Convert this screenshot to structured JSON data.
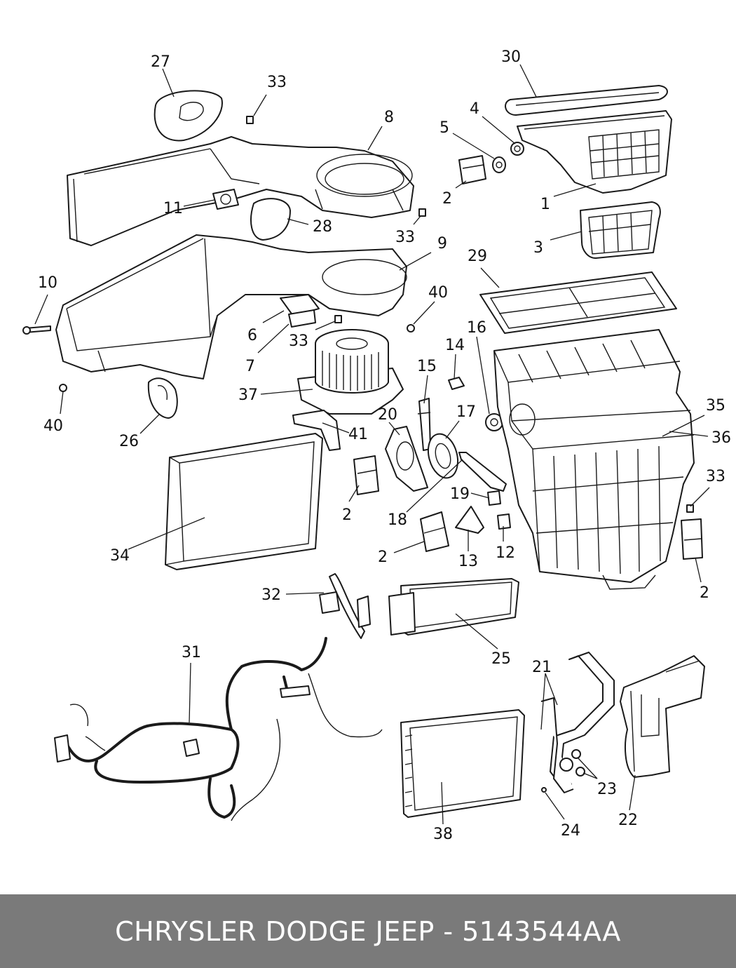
{
  "footer": {
    "caption": "CHRYSLER DODGE JEEP - 5143544AA"
  },
  "colors": {
    "line": "#1a1a1a",
    "background": "#ffffff",
    "footer_bg": "#7a7a7a",
    "footer_text": "#ffffff"
  },
  "callouts": {
    "c27": "27",
    "c33a": "33",
    "c8": "8",
    "c30": "30",
    "c4": "4",
    "c5": "5",
    "c2a": "2",
    "c1": "1",
    "c11": "11",
    "c28": "28",
    "c33b": "33",
    "c3": "3",
    "c9": "9",
    "c29": "29",
    "c10": "10",
    "c40a": "40",
    "c6": "6",
    "c33c": "33",
    "c7": "7",
    "c16": "16",
    "c14": "14",
    "c15": "15",
    "c37": "37",
    "c35": "35",
    "c36": "36",
    "c40b": "40",
    "c20": "20",
    "c17": "17",
    "c26": "26",
    "c41": "41",
    "c33d": "33",
    "c19": "19",
    "c2b": "2",
    "c18": "18",
    "c12": "12",
    "c2c": "2",
    "c13": "13",
    "c34": "34",
    "c2d": "2",
    "c32": "32",
    "c25": "25",
    "c31": "31",
    "c21": "21",
    "c23": "23",
    "c24": "24",
    "c38": "38",
    "c22": "22"
  }
}
